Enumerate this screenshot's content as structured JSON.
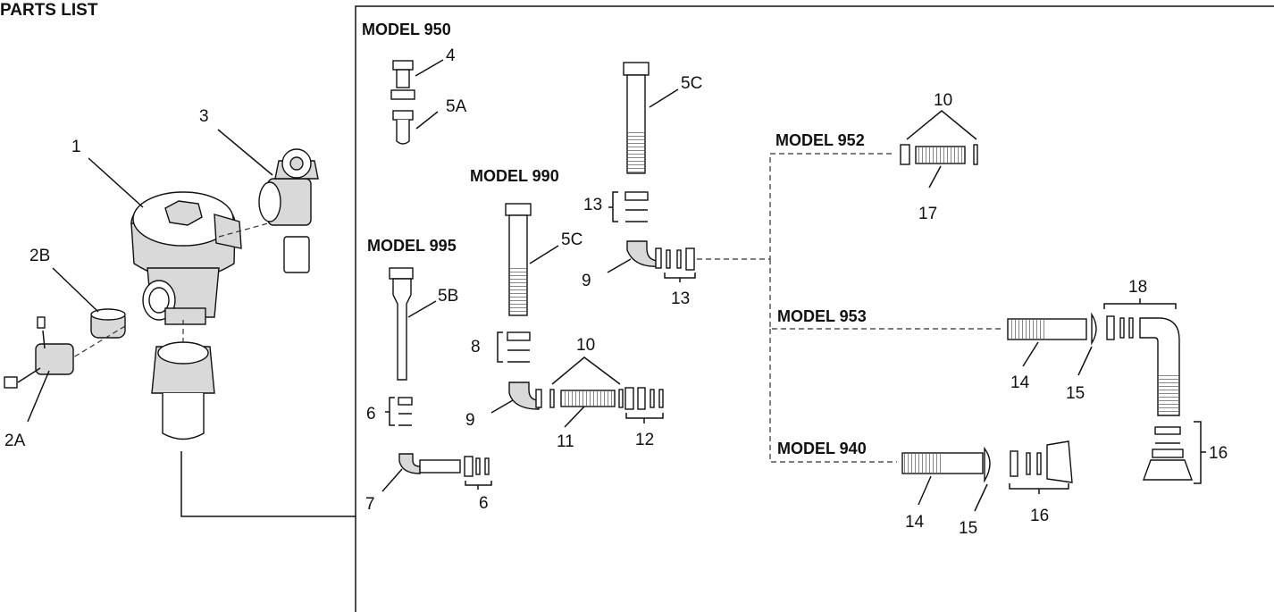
{
  "header": {
    "title": "PARTS LIST"
  },
  "models": {
    "m950": "MODEL 950",
    "m990": "MODEL 990",
    "m995": "MODEL 995",
    "m952": "MODEL 952",
    "m953": "MODEL 953",
    "m940": "MODEL 940"
  },
  "callouts": {
    "c1": "1",
    "c2A": "2A",
    "c2B": "2B",
    "c3": "3",
    "c4": "4",
    "c5A_950": "5A",
    "c5B": "5B",
    "c5C_top": "5C",
    "c5C_990": "5C",
    "c6_a": "6",
    "c6_b": "6",
    "c7": "7",
    "c8": "8",
    "c9_top": "9",
    "c9_mid": "9",
    "c10_mid": "10",
    "c10_952": "10",
    "c11": "11",
    "c12": "12",
    "c13_a": "13",
    "c13_b": "13",
    "c14_953": "14",
    "c14_940": "14",
    "c15_953": "15",
    "c15_940": "15",
    "c16_953": "16",
    "c16_940": "16",
    "c17": "17",
    "c18": "18"
  }
}
